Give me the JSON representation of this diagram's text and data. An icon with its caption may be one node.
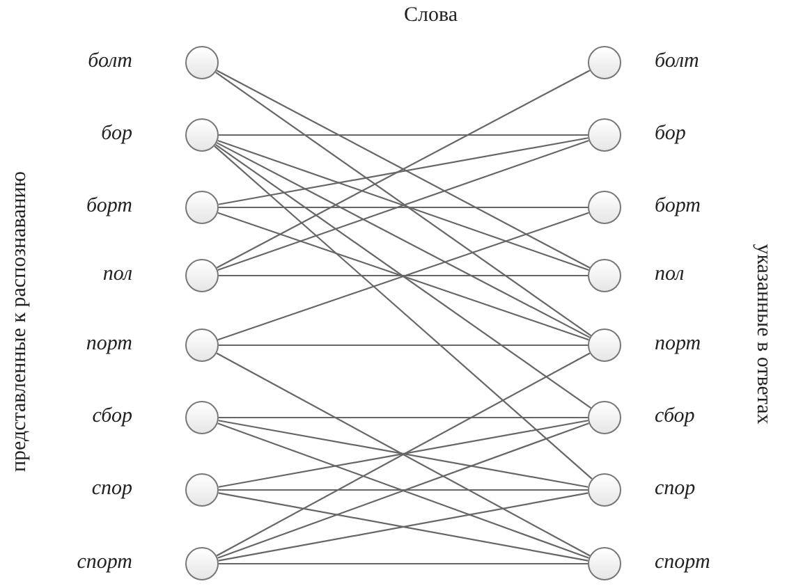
{
  "diagram": {
    "title": "Слова",
    "nodes": [
      {
        "text": [],
        "shape": "circle",
        "beside": [
          "болт"
        ]
      },
      {
        "text": [],
        "shape": "circle",
        "beside": [
          "бор"
        ]
      },
      {
        "text": [],
        "shape": "circle",
        "beside": [
          "борт"
        ]
      },
      {
        "text": [],
        "shape": "circle",
        "beside": [
          "пол"
        ]
      },
      {
        "text": [],
        "shape": "circle",
        "beside": [
          "порт"
        ]
      },
      {
        "text": [],
        "shape": "circle",
        "beside": [
          "сбор"
        ]
      },
      {
        "text": [],
        "shape": "circle",
        "beside": [
          "спор"
        ]
      },
      {
        "text": [],
        "shape": "circle",
        "beside": [
          "спорт"
        ]
      },
      {
        "text": [],
        "shape": "circle",
        "beside": [
          "болт"
        ]
      },
      {
        "text": [],
        "shape": "circle",
        "beside": [
          "бор"
        ]
      },
      {
        "text": [],
        "shape": "circle",
        "beside": [
          "борт"
        ]
      },
      {
        "text": [],
        "shape": "circle",
        "beside": [
          "пол"
        ]
      },
      {
        "text": [],
        "shape": "circle",
        "beside": [
          "порт"
        ]
      },
      {
        "text": [],
        "shape": "circle",
        "beside": [
          "сбор"
        ]
      },
      {
        "text": [],
        "shape": "circle",
        "beside": [
          "спор"
        ]
      },
      {
        "text": [],
        "shape": "circle",
        "beside": [
          "спорт"
        ]
      }
    ],
    "edges": [
      {
        "from": 0,
        "to": 11,
        "arrow": "none"
      },
      {
        "from": 0,
        "to": 12,
        "arrow": "none"
      },
      {
        "from": 1,
        "to": 9,
        "arrow": "none"
      },
      {
        "from": 1,
        "to": 11,
        "arrow": "none"
      },
      {
        "from": 1,
        "to": 12,
        "arrow": "none"
      },
      {
        "from": 1,
        "to": 13,
        "arrow": "none"
      },
      {
        "from": 1,
        "to": 14,
        "arrow": "none"
      },
      {
        "from": 2,
        "to": 9,
        "arrow": "none"
      },
      {
        "from": 2,
        "to": 10,
        "arrow": "none"
      },
      {
        "from": 2,
        "to": 12,
        "arrow": "none"
      },
      {
        "from": 3,
        "to": 8,
        "arrow": "none"
      },
      {
        "from": 3,
        "to": 9,
        "arrow": "none"
      },
      {
        "from": 3,
        "to": 11,
        "arrow": "none"
      },
      {
        "from": 4,
        "to": 10,
        "arrow": "none"
      },
      {
        "from": 4,
        "to": 12,
        "arrow": "none"
      },
      {
        "from": 4,
        "to": 15,
        "arrow": "none"
      },
      {
        "from": 5,
        "to": 13,
        "arrow": "none"
      },
      {
        "from": 5,
        "to": 14,
        "arrow": "none"
      },
      {
        "from": 5,
        "to": 15,
        "arrow": "none"
      },
      {
        "from": 6,
        "to": 13,
        "arrow": "none"
      },
      {
        "from": 6,
        "to": 14,
        "arrow": "none"
      },
      {
        "from": 6,
        "to": 15,
        "arrow": "none"
      },
      {
        "from": 7,
        "to": 12,
        "arrow": "none"
      },
      {
        "from": 7,
        "to": 13,
        "arrow": "none"
      },
      {
        "from": 7,
        "to": 14,
        "arrow": "none"
      },
      {
        "from": 7,
        "to": 15,
        "arrow": "none"
      }
    ],
    "labels": [
      "представленные к распознаванию",
      "указанные в ответах"
    ]
  }
}
